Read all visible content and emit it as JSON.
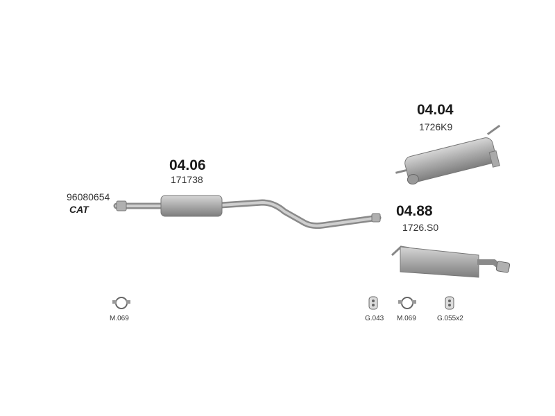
{
  "parts": [
    {
      "code": "",
      "number": "96080654",
      "note": "CAT"
    },
    {
      "code": "04.06",
      "number": "171738"
    },
    {
      "code": "04.04",
      "number": "1726K9"
    },
    {
      "code": "04.88",
      "number": "1726.S0"
    }
  ],
  "fittings": [
    {
      "label": "M.069",
      "icon": "clamp-icon"
    },
    {
      "label": "G.043",
      "icon": "rubber-mount-icon"
    },
    {
      "label": "M.069",
      "icon": "clamp-icon"
    },
    {
      "label": "G.055x2",
      "icon": "rubber-mount-icon"
    }
  ],
  "colors": {
    "metal": "#a8a8a8",
    "metal_dark": "#7d7d7d",
    "metal_light": "#d4d4d4"
  }
}
